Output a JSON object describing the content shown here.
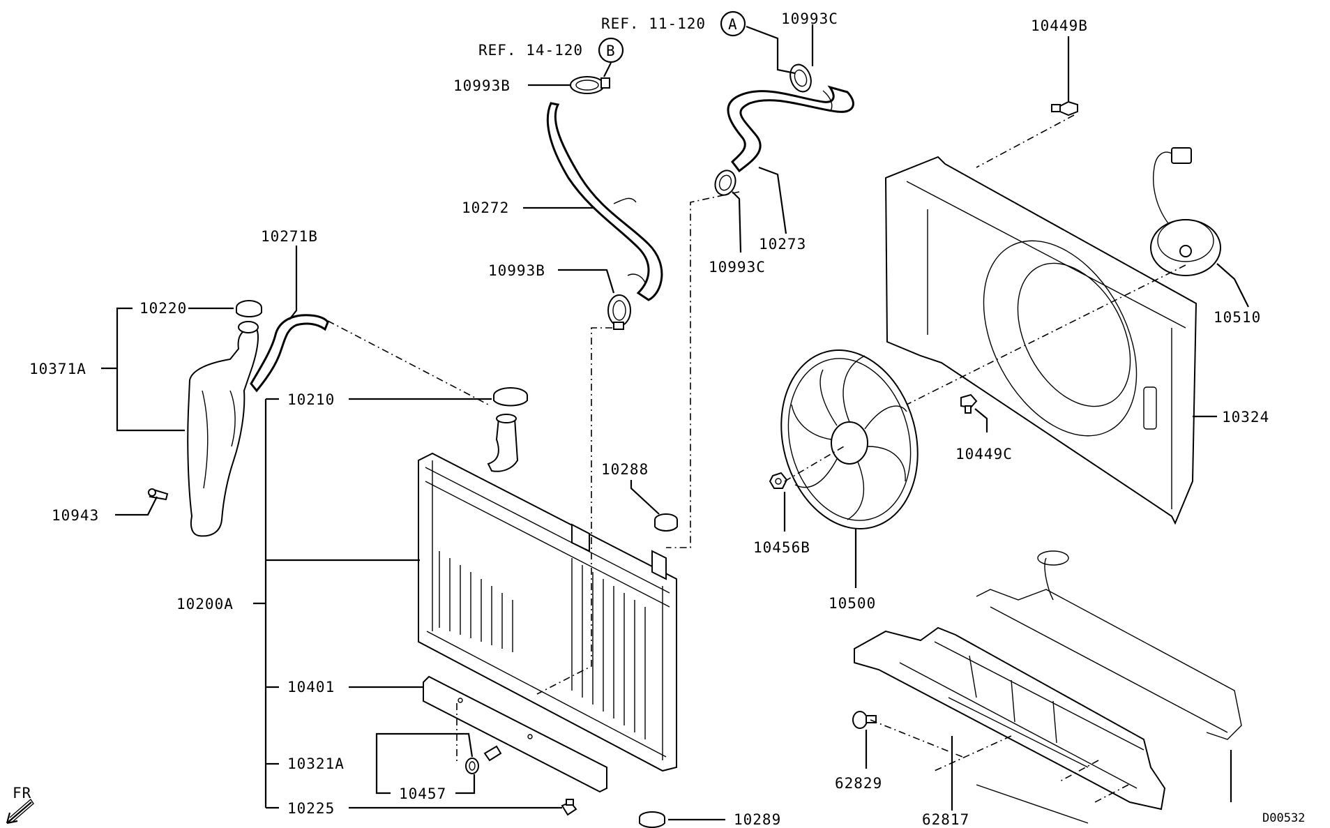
{
  "diagram": {
    "labels": {
      "ref_11_120": "REF. 11-120",
      "ref_14_120": "REF. 14-120",
      "circle_a": "A",
      "circle_b": "B",
      "p10993c_top": "10993C",
      "p10449b": "10449B",
      "p10993b_top": "10993B",
      "p10272": "10272",
      "p10271b": "10271B",
      "p10273": "10273",
      "p10993c_mid": "10993C",
      "p10993b_mid": "10993B",
      "p10220": "10220",
      "p10371a": "10371A",
      "p10210": "10210",
      "p10510": "10510",
      "p10324": "10324",
      "p10449c": "10449C",
      "p10288": "10288",
      "p10943": "10943",
      "p10456b": "10456B",
      "p10200a": "10200A",
      "p10500": "10500",
      "p10401": "10401",
      "p10321a": "10321A",
      "p62829": "62829",
      "p10457": "10457",
      "p10225": "10225",
      "p10289": "10289",
      "p62817": "62817",
      "fr": "FR",
      "drawing_code": "D00532"
    }
  }
}
